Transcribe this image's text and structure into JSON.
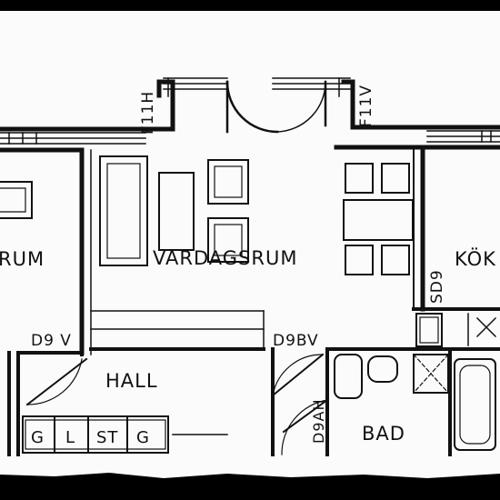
{
  "rooms": {
    "vardagsrum": "VARDAGSRUM",
    "rum": "RUM",
    "kok": "KÖK",
    "hall": "HALL",
    "bad": "BAD"
  },
  "codes": {
    "f11h": "F11H",
    "f11v": "F11V",
    "d9v": "D9 V",
    "d9bv": "D9BV",
    "d9ah": "D9AH",
    "sd9": "SD9"
  },
  "closets": [
    "G",
    "L",
    "ST",
    "G"
  ]
}
